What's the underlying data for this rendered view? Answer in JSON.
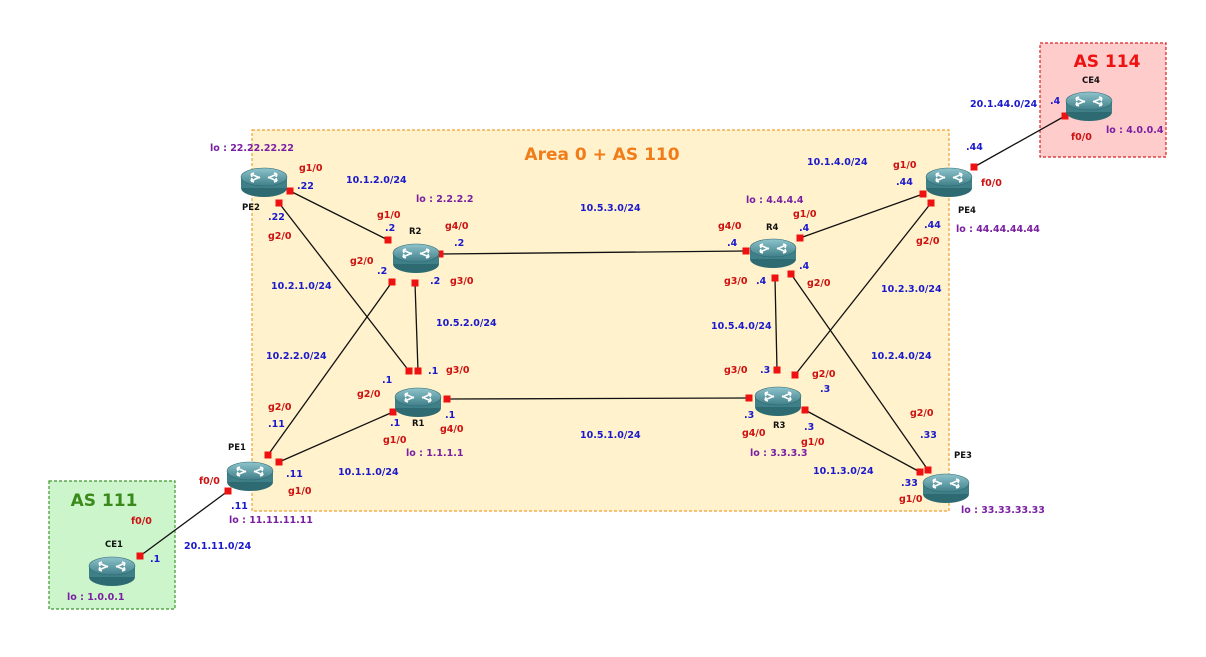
{
  "areas": {
    "core": {
      "title": "Area 0 + AS 110",
      "title_color": "#f07d1a",
      "fill": "#fff2cc",
      "border": "#f0a030"
    },
    "as111": {
      "title": "AS 111",
      "title_color": "#3a8a1a",
      "fill": "#ccf5cc",
      "border": "#3a9a2a"
    },
    "as114": {
      "title": "AS 114",
      "title_color": "#ee1111",
      "fill": "#ffcccc",
      "border": "#dd2222"
    }
  },
  "routers": {
    "pe2": {
      "name": "PE2",
      "lo": "lo : 22.22.22.22"
    },
    "r2": {
      "name": "R2",
      "lo": "lo : 2.2.2.2"
    },
    "r4": {
      "name": "R4",
      "lo": "lo : 4.4.4.4"
    },
    "pe4": {
      "name": "PE4",
      "lo": "lo : 44.44.44.44"
    },
    "ce4": {
      "name": "CE4",
      "lo": "lo : 4.0.0.4"
    },
    "r1": {
      "name": "R1",
      "lo": "lo : 1.1.1.1"
    },
    "r3": {
      "name": "R3",
      "lo": "lo : 3.3.3.3"
    },
    "pe1": {
      "name": "PE1",
      "lo": "lo : 11.11.11.11"
    },
    "pe3": {
      "name": "PE3",
      "lo": "lo : 33.33.33.33"
    },
    "ce1": {
      "name": "CE1",
      "lo": "lo : 1.0.0.1"
    }
  },
  "subnets": {
    "pe2_r2": "10.1.2.0/24",
    "r2_r4": "10.5.3.0/24",
    "r4_pe4": "10.1.4.0/24",
    "pe4_ce4": "20.1.44.0/24",
    "pe2_r1": "10.2.1.0/24",
    "r2_r1": "10.5.2.0/24",
    "r4_r3": "10.5.4.0/24",
    "pe4_r3": "10.2.3.0/24",
    "r2_pe1": "10.2.2.0/24",
    "r4_pe3": "10.2.4.0/24",
    "r1_r3": "10.5.1.0/24",
    "pe1_r1": "10.1.1.0/24",
    "r3_pe3": "10.1.3.0/24",
    "ce1_pe1": "20.1.11.0/24"
  },
  "ifaces": {
    "pe2_g10": "g1/0",
    "pe2_22a": ".22",
    "pe2_22b": ".22",
    "pe2_g20": "g2/0",
    "r2_g10": "g1/0",
    "r2_2a": ".2",
    "r2_g40": "g4/0",
    "r2_2b": ".2",
    "r2_g20": "g2/0",
    "r2_2c": ".2",
    "r2_2d": ".2",
    "r2_g30": "g3/0",
    "r4_g40": "g4/0",
    "r4_g10": "g1/0",
    "r4_4a": ".4",
    "r4_4b": ".4",
    "r4_g30": "g3/0",
    "r4_4c": ".4",
    "r4_4d": ".4",
    "r4_g20": "g2/0",
    "pe4_g10": "g1/0",
    "pe4_44a": ".44",
    "pe4_44b": ".44",
    "pe4_f00": "f0/0",
    "pe4_44c": ".44",
    "pe4_g20": "g2/0",
    "ce4_4": ".4",
    "ce4_f00": "f0/0",
    "r1_1a": ".1",
    "r1_1b": ".1",
    "r1_g30": "g3/0",
    "r1_g20": "g2/0",
    "r1_1c": ".1",
    "r1_1d": ".1",
    "r1_g40": "g4/0",
    "r1_g10": "g1/0",
    "r3_g30": "g3/0",
    "r3_3a": ".3",
    "r3_g20": "g2/0",
    "r3_3b": ".3",
    "r3_3c": ".3",
    "r3_3d": ".3",
    "r3_g40": "g4/0",
    "r3_g10": "g1/0",
    "pe1_g20": "g2/0",
    "pe1_11a": ".11",
    "pe1_11b": ".11",
    "pe1_f00": "f0/0",
    "pe1_11c": ".11",
    "pe1_g10": "g1/0",
    "pe3_g20": "g2/0",
    "pe3_33a": ".33",
    "pe3_33b": ".33",
    "pe3_g10": "g1/0",
    "ce1_f00": "f0/0",
    "ce1_1": ".1"
  },
  "links": [
    {
      "id": "link-pe2-r2",
      "a": "pe2",
      "b": "r2"
    },
    {
      "id": "link-pe2-r1",
      "a": "pe2",
      "b": "r1"
    },
    {
      "id": "link-r2-r4",
      "a": "r2",
      "b": "r4"
    },
    {
      "id": "link-r2-r1",
      "a": "r2",
      "b": "r1"
    },
    {
      "id": "link-r2-pe1",
      "a": "r2",
      "b": "pe1"
    },
    {
      "id": "link-r4-pe4",
      "a": "r4",
      "b": "pe4"
    },
    {
      "id": "link-r4-r3",
      "a": "r4",
      "b": "r3"
    },
    {
      "id": "link-r4-pe3",
      "a": "r4",
      "b": "pe3"
    },
    {
      "id": "link-pe4-ce4",
      "a": "pe4",
      "b": "ce4"
    },
    {
      "id": "link-pe4-r3",
      "a": "pe4",
      "b": "r3"
    },
    {
      "id": "link-r1-r3",
      "a": "r1",
      "b": "r3"
    },
    {
      "id": "link-pe1-r1",
      "a": "pe1",
      "b": "r1"
    },
    {
      "id": "link-r3-pe3",
      "a": "r3",
      "b": "pe3"
    },
    {
      "id": "link-ce1-pe1",
      "a": "ce1",
      "b": "pe1"
    }
  ]
}
